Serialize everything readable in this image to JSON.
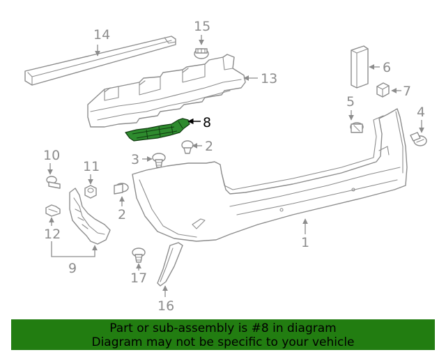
{
  "colors": {
    "line": "#8c8c8c",
    "highlight": "#2e8b2e",
    "banner_bg": "#227d11"
  },
  "callouts": {
    "c1": "1",
    "c2a": "2",
    "c2b": "2",
    "c3": "3",
    "c4": "4",
    "c5": "5",
    "c6": "6",
    "c7": "7",
    "c8": "8",
    "c9": "9",
    "c10": "10",
    "c11": "11",
    "c12": "12",
    "c13": "13",
    "c14": "14",
    "c15": "15",
    "c16": "16",
    "c17": "17"
  },
  "banner": {
    "line1": "Part or sub-assembly is #8 in diagram",
    "line2": "Diagram may not be specific to your vehicle"
  }
}
